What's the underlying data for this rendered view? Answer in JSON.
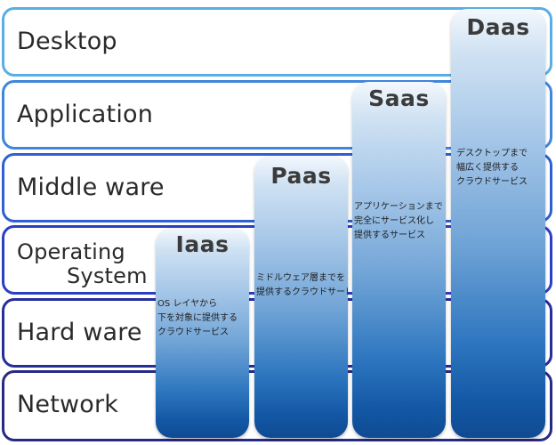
{
  "layers": [
    {
      "label": "Desktop",
      "border": "#5aaee6"
    },
    {
      "label": "Application",
      "border": "#3f86dc"
    },
    {
      "label": "Middle ware",
      "border": "#2f5fd0"
    },
    {
      "label_line1": "Operating",
      "label_line2": "System",
      "border": "#2a3fc4"
    },
    {
      "label": "Hard ware",
      "border": "#262e9a"
    },
    {
      "label": "Network",
      "border": "#262a84"
    }
  ],
  "columns": [
    {
      "title": "Iaas",
      "desc": [
        "OS レイヤから",
        "下を対象に提供する",
        "クラウドサービス"
      ]
    },
    {
      "title": "Paas",
      "desc": [
        "ミドルウェア層までを",
        "提供するクラウドサービス"
      ]
    },
    {
      "title": "Saas",
      "desc": [
        "アプリケーションまで",
        "完全にサービス化し",
        "提供するサービス"
      ]
    },
    {
      "title": "Daas",
      "desc": [
        "デスクトップまで",
        "幅広く提供する",
        "クラウドサービス"
      ]
    }
  ]
}
